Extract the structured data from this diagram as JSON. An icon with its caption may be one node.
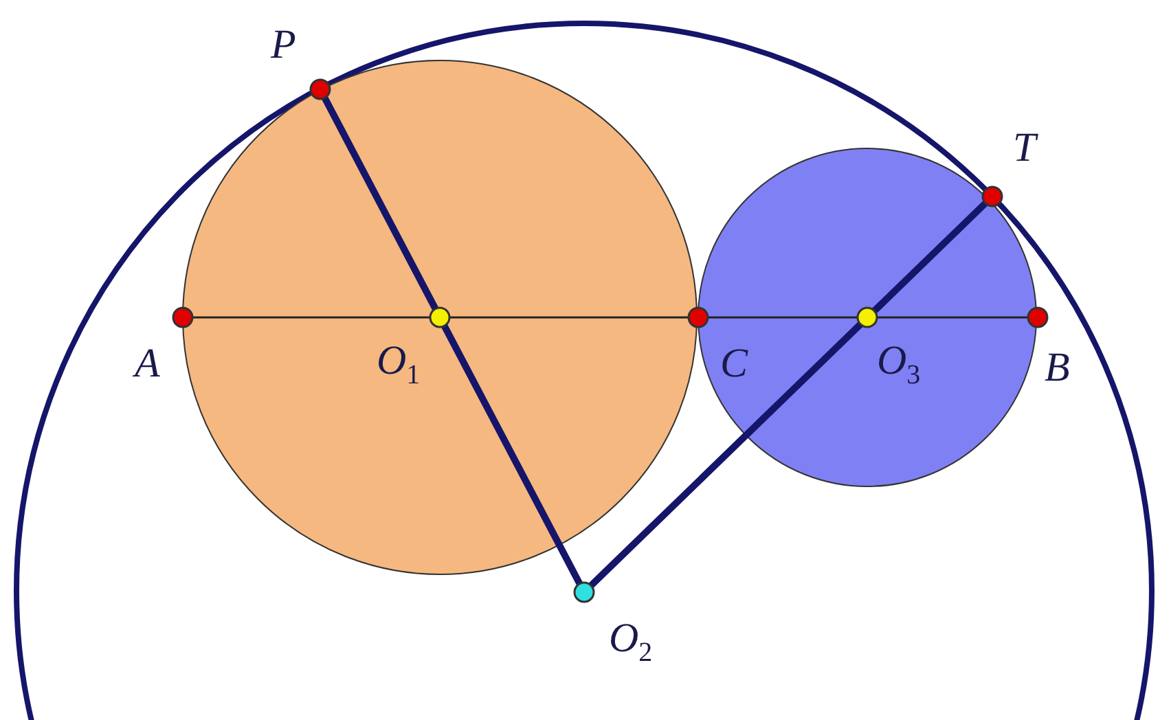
{
  "diagram": {
    "labels": [
      "P",
      "T",
      "A",
      "O$_{1}$",
      "C",
      "O$_{3}$",
      "B",
      "O$_{2}$"
    ]
  }
}
